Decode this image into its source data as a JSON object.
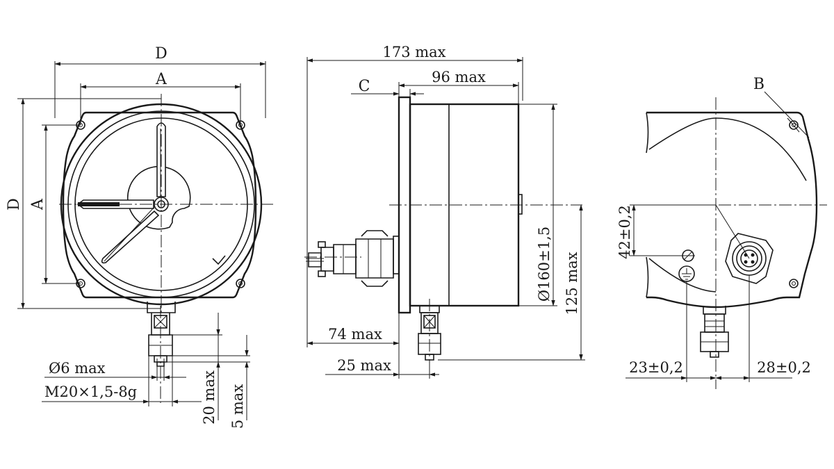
{
  "front_view": {
    "labels": {
      "D_top": "D",
      "A_top": "A",
      "D_left": "D",
      "A_left": "A",
      "thread_dia": "Ø6 max",
      "thread": "M20×1,5-8g",
      "len_20": "20 max",
      "len_5": "5 max"
    }
  },
  "side_view": {
    "labels": {
      "overall_depth": "173 max",
      "case_depth": "96 max",
      "flange": "C",
      "case_diameter": "Ø160±1,5",
      "height": "125 max",
      "connector_offset": "74 max",
      "fitting_offset": "25 max"
    }
  },
  "rear_view": {
    "labels": {
      "hole": "B",
      "vertical_offset": "42±0,2",
      "left_offset": "23±0,2",
      "right_offset": "28±0,2"
    }
  },
  "colors": {
    "line": "#1a1a1a",
    "background": "#ffffff"
  }
}
